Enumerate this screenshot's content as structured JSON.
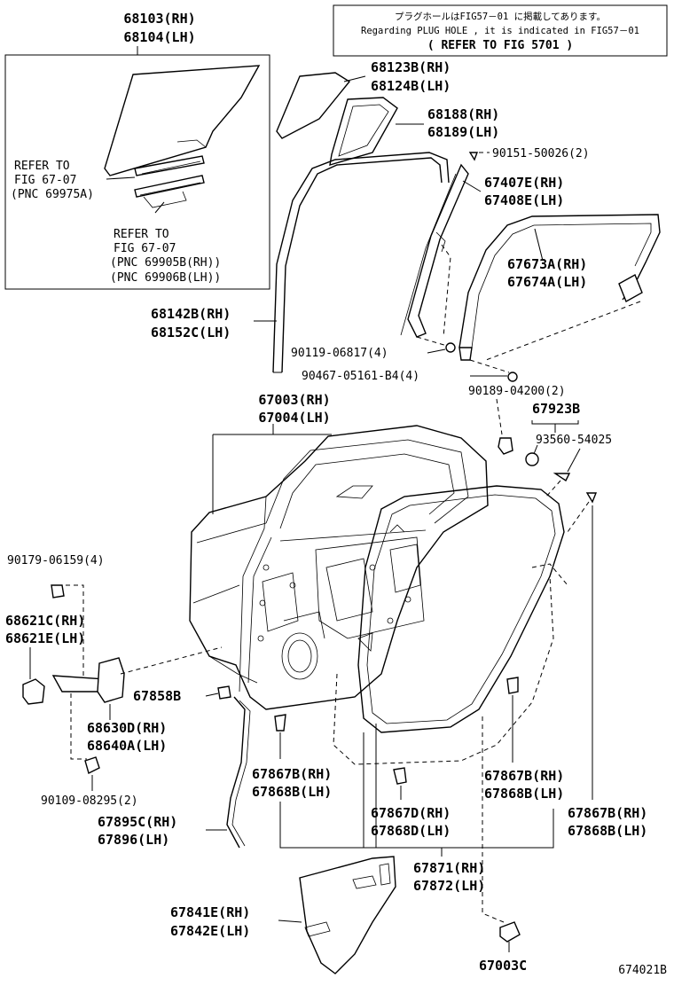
{
  "note": {
    "line1": "プラグホールはFIG57－01 に掲載してあります。",
    "line2": "Regarding PLUG HOLE , it is indicated in FIG57－01",
    "line3": "( REFER TO FIG 5701 )"
  },
  "labels": {
    "p68103": "68103(RH)",
    "p68104": "68104(LH)",
    "refer1_a": "REFER TO",
    "refer1_b": "FIG 67-07",
    "refer1_c": "(PNC 69975A)",
    "refer2_a": "REFER TO",
    "refer2_b": "FIG 67-07",
    "refer2_c": "(PNC 69905B(RH))",
    "refer2_d": "(PNC 69906B(LH))",
    "p68123B": "68123B(RH)",
    "p68124B": "68124B(LH)",
    "p68188": "68188(RH)",
    "p68189": "68189(LH)",
    "p90151": "90151-50026(2)",
    "p67407E": "67407E(RH)",
    "p67408E": "67408E(LH)",
    "p67673A": "67673A(RH)",
    "p67674A": "67674A(LH)",
    "p68142B": "68142B(RH)",
    "p68152C": "68152C(LH)",
    "p90119": "90119-06817(4)",
    "p90467": "90467-05161-B4(4)",
    "p90189": "90189-04200(2)",
    "p67003": "67003(RH)",
    "p67004": "67004(LH)",
    "p67923B": "67923B",
    "p93560": "93560-54025",
    "p90179": "90179-06159(4)",
    "p68621C": "68621C(RH)",
    "p68621E": "68621E(LH)",
    "p67858B": "67858B",
    "p68630D": "68630D(RH)",
    "p68640A": "68640A(LH)",
    "p90109": "90109-08295(2)",
    "p67867B_a": "67867B(RH)",
    "p67868B_a": "67868B(LH)",
    "p67867B_b": "67867B(RH)",
    "p67868B_b": "67868B(LH)",
    "p67867D": "67867D(RH)",
    "p67868D": "67868D(LH)",
    "p67867B_c": "67867B(RH)",
    "p67868B_c": "67868B(LH)",
    "p67895C": "67895C(RH)",
    "p67896": "67896(LH)",
    "p67871": "67871(RH)",
    "p67872": "67872(LH)",
    "p67841E": "67841E(RH)",
    "p67842E": "67842E(LH)",
    "p67003C": "67003C",
    "fig_code": "674021B"
  }
}
